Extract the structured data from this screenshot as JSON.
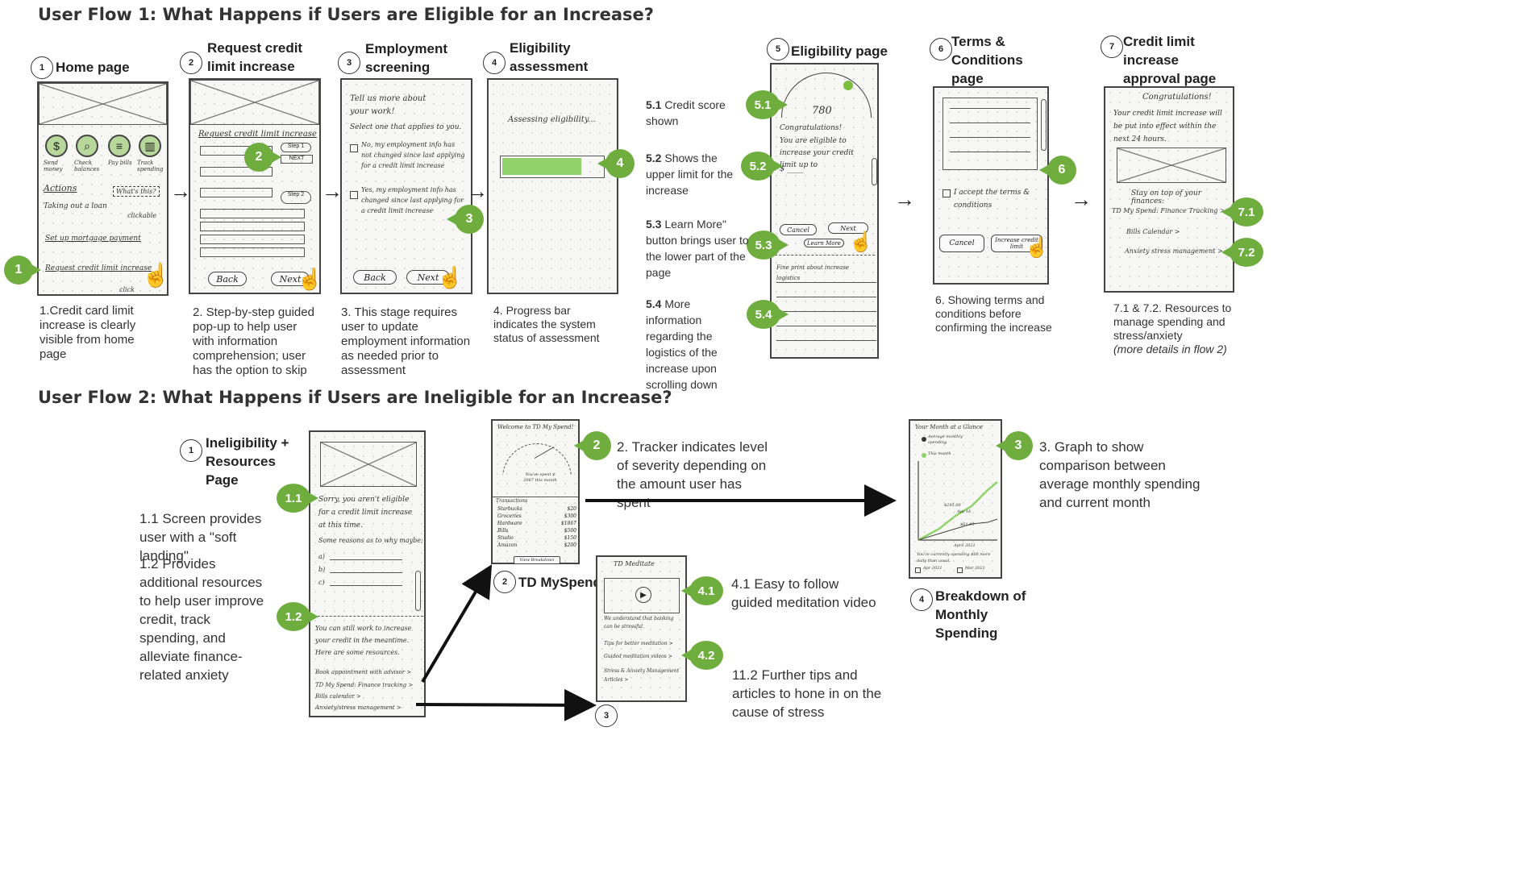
{
  "flow1": {
    "title": "User Flow 1: What Happens if Users are Eligible for an Increase?",
    "steps": [
      {
        "num": "1",
        "title": "Home page",
        "caption": "1.Credit card limit increase is clearly visible from home page"
      },
      {
        "num": "2",
        "title": "Request credit limit increase page",
        "caption": "2. Step-by-step guided pop-up to help user with information comprehension; user has the option to skip"
      },
      {
        "num": "3",
        "title": "Employment screening page",
        "caption": "3. This stage requires user to update employment information as needed prior to assessment"
      },
      {
        "num": "4",
        "title": "Eligibility assessment progress page",
        "caption": "4. Progress bar indicates the system status of assessment"
      },
      {
        "num": "5",
        "title": "Eligibility page"
      },
      {
        "num": "6",
        "title": "Terms & Conditions page",
        "caption": "6. Showing terms and conditions before confirming the increase"
      },
      {
        "num": "7",
        "title": "Credit limit increase approval page",
        "caption": "7.1 & 7.2. Resources to manage spending and stress/anxiety",
        "caption_note": "(more details in flow 2)"
      }
    ],
    "eligibility_notes": [
      {
        "id": "5.1",
        "text": "Credit score shown"
      },
      {
        "id": "5.2",
        "text": "Shows the upper limit for the increase"
      },
      {
        "id": "5.3",
        "text": "Learn More\" button brings user to the lower part of the page"
      },
      {
        "id": "5.4",
        "text": "More information regarding the logistics of the increase upon scrolling down"
      }
    ],
    "badges": [
      "1",
      "2",
      "3",
      "4",
      "5.1",
      "5.2",
      "5.3",
      "5.4",
      "6",
      "7.1",
      "7.2"
    ],
    "home": {
      "icons": [
        "Send money",
        "Check balances",
        "Pay bills",
        "Track spending"
      ],
      "actions": "Actions",
      "whats_this": "What's this?",
      "loan": "Taking out a loan",
      "clickable": "clickable",
      "mortgage": "Set up mortgage payment",
      "request": "Request credit limit increase",
      "click": "click"
    },
    "request": {
      "header": "Request credit limit increase",
      "step1": "Step 1",
      "next": "NEXT",
      "step2": "Step 2",
      "back": "Back",
      "next_btn": "Next"
    },
    "employment": {
      "prompt1": "Tell us more about your work!",
      "prompt2": "Select one that applies to you.",
      "opt_no": "No, my employment info has not changed since last applying for a credit limit increase",
      "opt_yes": "Yes, my employment info has changed since last applying for a credit limit increase",
      "back": "Back",
      "next": "Next"
    },
    "assessing": {
      "text": "Assessing eligibility..."
    },
    "eligibility": {
      "score": "780",
      "congrats": "Congratulations!",
      "eligible": "You are eligible to increase your credit limit up to",
      "amount": "$ ____",
      "cancel": "Cancel",
      "next": "Next",
      "learn_more": "Learn More",
      "fine_print": "Fine print about increase logistics"
    },
    "terms": {
      "accept": "I accept the terms & conditions",
      "cancel": "Cancel",
      "increase": "Increase credit limit"
    },
    "approval": {
      "congrats": "Congratulations!",
      "body": "Your credit limit increase will be put into effect within the next 24 hours.",
      "stay": "Stay on top of your finances:",
      "items": [
        "TD My Spend: Finance Tracking >",
        "Bills Calendar >",
        "Anxiety stress management >"
      ]
    }
  },
  "flow2": {
    "title": "User Flow 2: What Happens if Users are Ineligible for an Increase?",
    "step1": {
      "num": "1",
      "title": "Ineligibility + Resources Page"
    },
    "step2": {
      "num": "2",
      "title": "TD MySpend"
    },
    "step3": {
      "num": "3"
    },
    "step4": {
      "num": "4",
      "title": "Breakdown of Monthly Spending"
    },
    "notes": {
      "n11": "1.1 Screen provides user with a \"soft landing\"",
      "n12": "1.2 Provides additional resources to help user improve credit, track spending, and alleviate finance-related anxiety",
      "n2": "2. Tracker indicates level of severity depending on the amount user has spent",
      "n3": "3. Graph to show comparison between average monthly spending and current month",
      "n41": "4.1 Easy to follow guided meditation video",
      "n42": "11.2 Further tips and articles to hone in on the cause of stress"
    },
    "badges": [
      "1.1",
      "1.2",
      "2",
      "3",
      "4.1",
      "4.2"
    ],
    "inelig": {
      "sorry": "Sorry, you aren't eligible for a credit limit increase at this time.",
      "reasons": "Some reasons as to why maybe:",
      "a": "a)",
      "b": "b)",
      "c": "c)",
      "still": "You can still work to increase your credit in the meantime. Here are some resources.",
      "items": [
        "Book appointment with advisor >",
        "TD My Spend: Finance tracking >",
        "Bills calendar >",
        "Anxiety/stress management >"
      ]
    },
    "myspend": {
      "welcome": "Welcome to TD My Spend!",
      "spent": "You've spent $ 2067 this month",
      "transactions": "Transactions",
      "rows": [
        [
          "Starbucks",
          "$20"
        ],
        [
          "Groceries",
          "$300"
        ],
        [
          "Hardware",
          "$1867"
        ],
        [
          "Bills",
          "$500"
        ],
        [
          "Studio",
          "$150"
        ],
        [
          "Amazon",
          "$200"
        ]
      ],
      "view": "View Breakdown"
    },
    "meditate": {
      "title": "TD Meditate",
      "understand": "We understand that banking can be stressful.",
      "items": [
        "Tips for better meditation >",
        "Guided meditation videos >",
        "Stress & Anxiety Management Articles >"
      ]
    },
    "glance": {
      "title": "Your Month at a Glance",
      "avg": "Average monthly spending",
      "this": "This month",
      "v1": "$295.00",
      "v1date": "Apr 16",
      "v2": "$61.00",
      "month": "April 2021",
      "note": "You're currently spending $68 more daily than usual.",
      "apr": "Apr 2021",
      "mar": "Mar 2021"
    }
  },
  "colors": {
    "accent": "#6fae3e",
    "progress": "#8fd36a"
  }
}
